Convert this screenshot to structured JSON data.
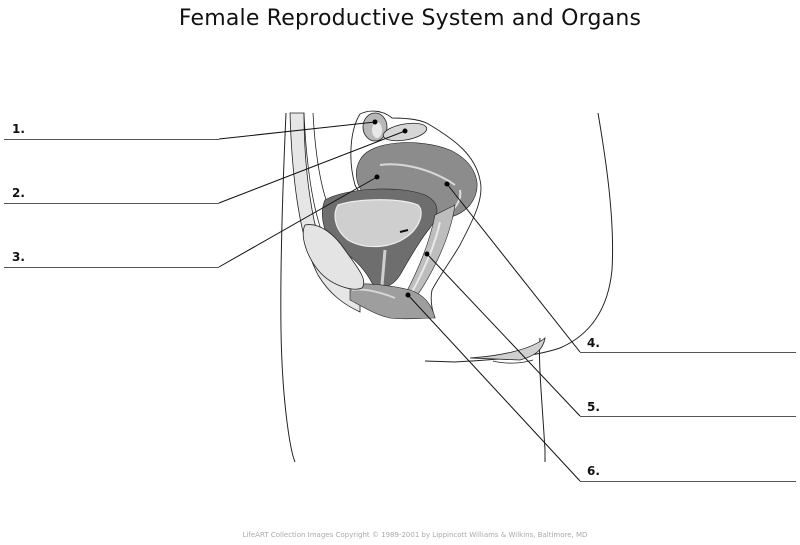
{
  "title": "Female Reproductive System and Organs",
  "labels": [
    {
      "number": "1.",
      "side": "left",
      "structure_pointer": "ovary"
    },
    {
      "number": "2.",
      "side": "left",
      "structure_pointer": "fallopian-tube"
    },
    {
      "number": "3.",
      "side": "left",
      "structure_pointer": "uterus-fundus"
    },
    {
      "number": "4.",
      "side": "right",
      "structure_pointer": "uterus-wall"
    },
    {
      "number": "5.",
      "side": "right",
      "structure_pointer": "vagina"
    },
    {
      "number": "6.",
      "side": "right",
      "structure_pointer": "vaginal-opening"
    }
  ],
  "copyright": "LifeART Collection Images Copyright © 1989-2001 by Lippincott Williams & Wilkins, Baltimore, MD",
  "colors": {
    "organ_dark": "#6e6e6e",
    "organ_mid": "#9a9a9a",
    "organ_light": "#c8c8c8",
    "tissue_pale": "#e2e2e2",
    "outline": "#222222",
    "answer_line": "#555555"
  }
}
